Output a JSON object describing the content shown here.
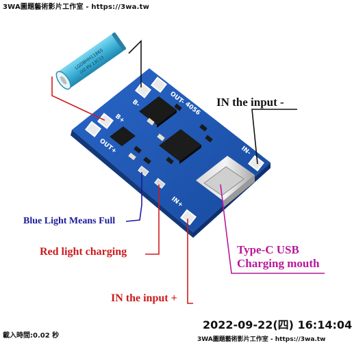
{
  "watermark_top": "3WA圖題藝術影片工作室 - https://3wa.tw",
  "watermark_bottom_left": "載入時間:0.02 秒",
  "watermark_bottom_right": "3WA圖題藝術影片工作室 - https://3wa.tw",
  "timestamp": "2022-09-22(四) 16:14:04",
  "labels": {
    "in_minus": "IN the input -",
    "blue_light": "Blue Light Means Full",
    "red_light": "Red light charging",
    "typec_line1": "Type-C USB",
    "typec_line2": "Charging mouth",
    "in_plus": "IN the input +"
  },
  "board": {
    "silk_out_minus": "OUT-",
    "silk_out_plus": "OUT+",
    "silk_b_plus": "B+",
    "silk_b_minus": "B-",
    "silk_chip": "4056",
    "silk_in_plus": "IN+",
    "silk_in_minus": "IN-"
  },
  "battery": {
    "text_line1": "LGDBHH11865",
    "text_line2": "OI2 PV 13C13"
  },
  "colors": {
    "pcb": "#1f56b4",
    "arrow_black": "#111111",
    "arrow_red": "#d01c1c",
    "arrow_blue": "#1a1a9a",
    "arrow_magenta": "#b8179a"
  }
}
